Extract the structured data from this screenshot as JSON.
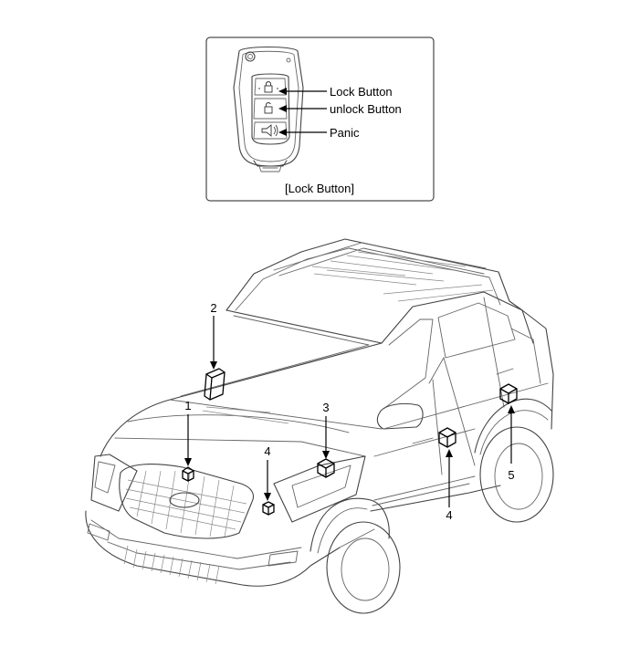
{
  "fob_inset": {
    "callouts": {
      "lock": "Lock Button",
      "unlock": "unlock Button",
      "panic": "Panic"
    },
    "caption": "[Lock Button]"
  },
  "component_numbers": {
    "n1": "1",
    "n2": "2",
    "n3": "3",
    "n4_front": "4",
    "n4_side": "4",
    "n5": "5"
  },
  "icons": [
    "key-fob-icon",
    "lock-glyph-icon",
    "unlock-glyph-icon",
    "panic-horn-icon",
    "vehicle-outline-illustration"
  ]
}
